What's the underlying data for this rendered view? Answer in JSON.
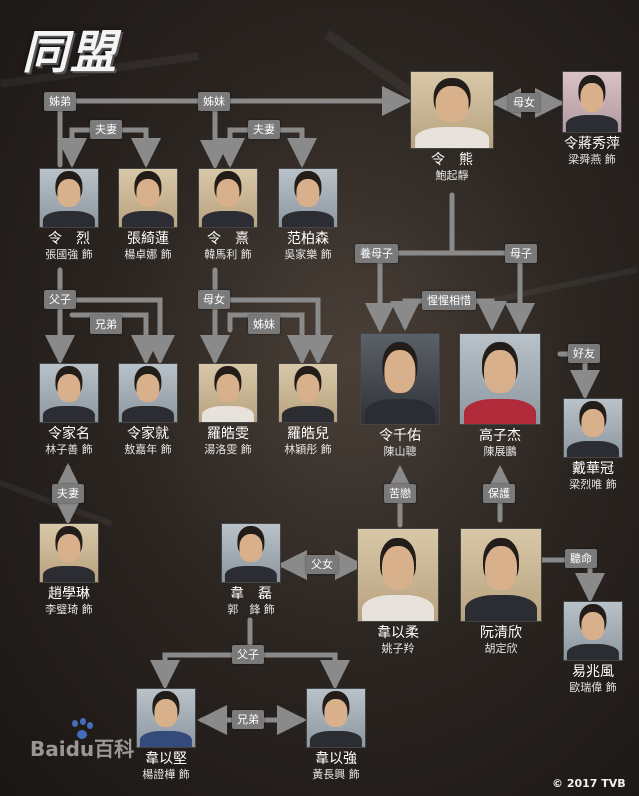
{
  "logo": "同盟",
  "watermark": "Baidu百科",
  "copyright": "© 2017 TVB",
  "people": {
    "ling_hung": {
      "name": "令　熊",
      "actor": "鮑起靜"
    },
    "chiang_sau_ping": {
      "name": "令蔣秀萍",
      "actor": "梁舜燕 飾"
    },
    "ling_lit": {
      "name": "令　烈",
      "actor": "張國強 飾"
    },
    "cheung_yi_lin": {
      "name": "張綺蓮",
      "actor": "楊卓娜 飾"
    },
    "ling_lo": {
      "name": "令　熹",
      "actor": "韓馬利 飾"
    },
    "fan_pak_sam": {
      "name": "范柏森",
      "actor": "吳家樂 飾"
    },
    "ling_ka_ming": {
      "name": "令家名",
      "actor": "林子善 飾"
    },
    "ling_ka_chau": {
      "name": "令家就",
      "actor": "敖嘉年 飾"
    },
    "law_ho_man": {
      "name": "羅皓雯",
      "actor": "湯洛雯 飾"
    },
    "law_ho_yee": {
      "name": "羅皓兒",
      "actor": "林穎彤 飾"
    },
    "ling_chin_yau": {
      "name": "令千佑",
      "actor": "陳山聰"
    },
    "ko_chi_kit": {
      "name": "高子杰",
      "actor": "陳展鵬"
    },
    "tai_wa_kwun": {
      "name": "戴華冠",
      "actor": "梁烈唯 飾"
    },
    "chiu_hok_lam": {
      "name": "趙學琳",
      "actor": "李璧琦 飾"
    },
    "wai_lui": {
      "name": "韋　磊",
      "actor": "郭　鋒 飾"
    },
    "wai_yi_yau": {
      "name": "韋以柔",
      "actor": "姚子羚"
    },
    "yuen_ching_yan": {
      "name": "阮清欣",
      "actor": "胡定欣"
    },
    "yik_siu_fung": {
      "name": "易兆風",
      "actor": "歐瑞偉 飾"
    },
    "wai_yi_kin": {
      "name": "韋以堅",
      "actor": "楊證樺 飾"
    },
    "wai_yi_keung": {
      "name": "韋以強",
      "actor": "黃長興 飾"
    }
  },
  "relations": {
    "r1": "姊弟",
    "r2": "姊妹",
    "r3": "母女",
    "r4": "夫妻",
    "r5": "夫妻",
    "r6": "養母子",
    "r7": "母子",
    "r8": "惺惺相惜",
    "r9": "父子",
    "r10": "兄弟",
    "r11": "母女",
    "r12": "姊妹",
    "r13": "好友",
    "r14": "夫妻",
    "r15": "苦戀",
    "r16": "保護",
    "r17": "父女",
    "r18": "聽命",
    "r19": "父子",
    "r20": "兄弟"
  },
  "colors": {
    "line": "#8a8a8a",
    "tag": "#7a7a7a",
    "text": "#ffffff"
  }
}
